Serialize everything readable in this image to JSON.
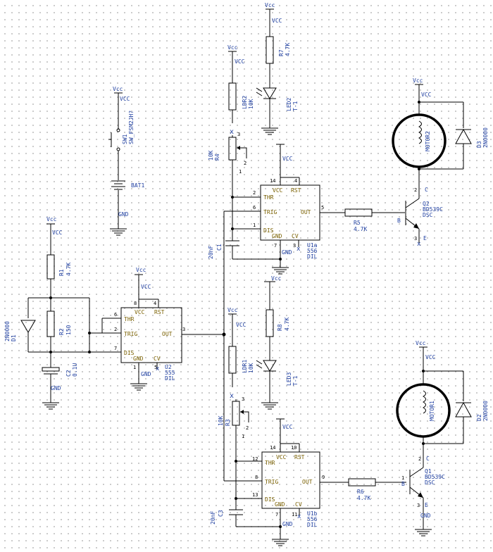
{
  "labels": {
    "vcc_upper": "Vcc",
    "vcc_net": "VCC",
    "gnd": "GND",
    "sw1_ref": "SW1",
    "sw1_val": "SW_FSM2JH?",
    "bat1": "BAT1",
    "r1_ref": "R1",
    "r1_val": "4.7K",
    "r2_ref": "R2",
    "r2_val": "150",
    "d1_ref": "D1",
    "d1_val": "2N0000",
    "c2_ref": "C2",
    "c2_val": "0.1U",
    "u2_ref": "U2",
    "u2_val": "555",
    "u2_pkg": "DIL",
    "r4_ref": "R4",
    "r4_val": "10K",
    "ldr2_ref": "LDR2",
    "ldr2_val": "10K",
    "r7_ref": "R7",
    "r7_val": "4.7K",
    "led2_ref": "LED2",
    "led2_val": "T-1",
    "c1_ref": "C1",
    "c1_val": "20nF",
    "u1a_ref": "U1a",
    "u1a_val": "556",
    "u1a_pkg": "DIL",
    "r5_ref": "R5",
    "r5_val": "4.7K",
    "q2_ref": "Q2",
    "q2_val": "BD539C",
    "q2_pkg": "DSC",
    "motor2": "MOTOR2",
    "d3_ref": "D3",
    "d3_val": "2N0000",
    "r3_ref": "R3",
    "r3_val": "10K",
    "ldr1_ref": "LDR1",
    "ldr1_val": "10K",
    "r8_ref": "R8",
    "r8_val": "4.7K",
    "led3_ref": "LED3",
    "led3_val": "T-1",
    "c3_ref": "C3",
    "c3_val": "20nF",
    "u1b_ref": "U1b",
    "u1b_val": "556",
    "u1b_pkg": "DIL",
    "r6_ref": "R6",
    "r6_val": "4.7K",
    "q1_ref": "Q1",
    "q1_val": "BD539C",
    "q1_pkg": "DSC",
    "motor1": "MOTOR1",
    "d2_ref": "D2",
    "d2_val": "2N0000",
    "bjt_b": "B",
    "bjt_c": "C",
    "bjt_e": "E",
    "pot_pin1": "1",
    "pot_pin2": "2",
    "pot_pin3": "3"
  },
  "chip_pins": {
    "vcc": "VCC",
    "rst": "RST",
    "thr": "THR",
    "trig": "TRIG",
    "out": "OUT",
    "dis": "DIS",
    "gnd": "GND",
    "cv": "CV"
  },
  "pin_numbers": {
    "u2": {
      "p8": "8",
      "p4": "4",
      "p6": "6",
      "p2": "2",
      "p3": "3",
      "p7": "7",
      "p1": "1",
      "p5": "5"
    },
    "u1a": {
      "p14": "14",
      "p4": "4",
      "p2": "2",
      "p6": "6",
      "p5": "5",
      "p1": "1",
      "p7": "7",
      "p3": "3"
    },
    "u1b": {
      "p14": "14",
      "p10": "10",
      "p12": "12",
      "p8": "8",
      "p9": "9",
      "p13": "13",
      "p7": "7",
      "p11": "11"
    }
  },
  "colors": {
    "label": "#1f3fa0",
    "chip_text": "#7a6000",
    "grid_dot": "#bdbdbd"
  }
}
